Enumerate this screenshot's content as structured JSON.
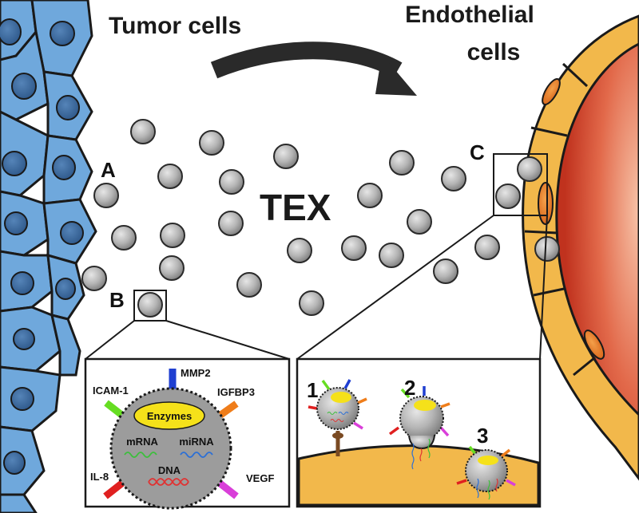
{
  "titles": {
    "tumor": "Tumor cells",
    "endothelial_line1": "Endothelial",
    "endothelial_line2": "cells",
    "tex": "TEX"
  },
  "panel_labels": {
    "a": "A",
    "b": "B",
    "c": "C"
  },
  "exosome_detail": {
    "enzymes": "Enzymes",
    "mrna": "mRNA",
    "mirna": "miRNA",
    "dna": "DNA",
    "markers": {
      "mmp2": "MMP2",
      "icam1": "ICAM-1",
      "igfbp3": "IGFBP3",
      "il8": "IL-8",
      "vegf": "VEGF"
    }
  },
  "uptake_steps": {
    "step1": "1",
    "step2": "2",
    "step3": "3"
  },
  "colors": {
    "tumor_cell": "#6fa8dc",
    "tumor_nucleus": "#3d6f9f",
    "endothelial_cell": "#f2b84b",
    "endothelial_nucleus": "#e8872a",
    "lumen_dark": "#cf3a22",
    "exosome": "#a8a8a8",
    "enzymes": "#f5e11a",
    "mmp2": "#1f3fd1",
    "icam1": "#66dd22",
    "igfbp3": "#ef7d1a",
    "il8": "#e02020",
    "vegf": "#d93fd9"
  }
}
